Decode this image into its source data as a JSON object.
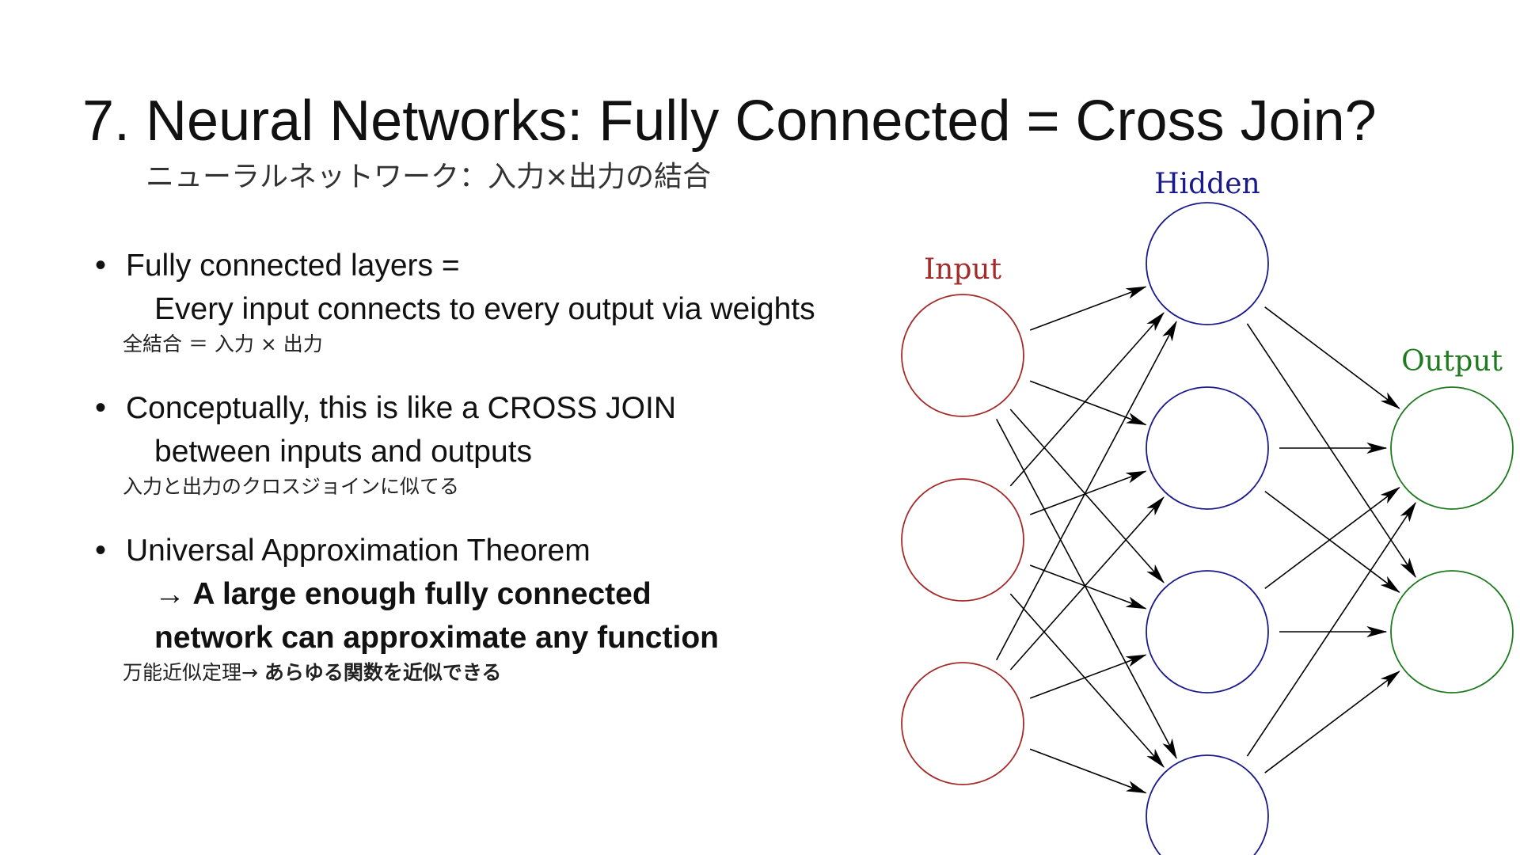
{
  "slide": {
    "title": "7. Neural Networks: Fully Connected = Cross Join?",
    "subtitle": "ニューラルネットワーク：入力×出力の結合"
  },
  "bullets": [
    {
      "lines": [
        "Fully connected layers =",
        "Every input connects to every output via weights"
      ],
      "note": "全結合 ＝ 入力 × 出力"
    },
    {
      "lines": [
        "Conceptually, this is like a CROSS JOIN",
        "between inputs and outputs"
      ],
      "note": "入力と出力のクロスジョインに似てる"
    },
    {
      "lines": [
        "Universal Approximation Theorem",
        "→ A large enough fully connected",
        "network can approximate any function"
      ],
      "note_prefix": "万能近似定理→ ",
      "note_bold": "あらゆる関数を近似できる"
    }
  ],
  "network": {
    "layers": [
      {
        "label": "Input",
        "nodes": 3,
        "color": "#a52a2a"
      },
      {
        "label": "Hidden",
        "nodes": 4,
        "color": "#1a1a8c"
      },
      {
        "label": "Output",
        "nodes": 2,
        "color": "#1e7a1e"
      }
    ],
    "edge_color": "#000000",
    "fully_connected": true
  }
}
